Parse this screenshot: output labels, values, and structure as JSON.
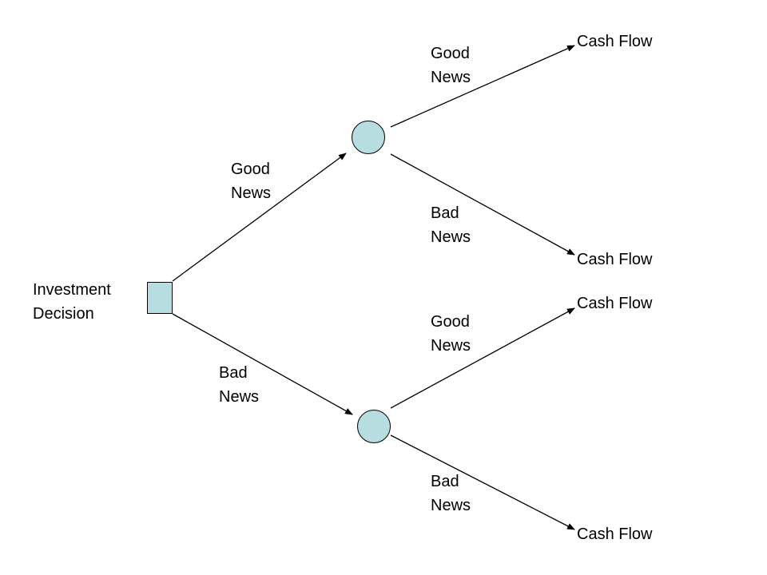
{
  "diagram": {
    "colors": {
      "node_fill": "#b7dde0",
      "stroke": "#000000",
      "background": "#ffffff"
    },
    "root": {
      "line1": "Investment",
      "line2": "Decision"
    },
    "branch_labels": {
      "good_top": {
        "line1": "Good",
        "line2": "News"
      },
      "bad_bottom": {
        "line1": "Bad",
        "line2": "News"
      },
      "upper_good": {
        "line1": "Good",
        "line2": "News"
      },
      "upper_bad": {
        "line1": "Bad",
        "line2": "News"
      },
      "lower_good": {
        "line1": "Good",
        "line2": "News"
      },
      "lower_bad": {
        "line1": "Bad",
        "line2": "News"
      }
    },
    "outcomes": [
      "Cash Flow",
      "Cash Flow",
      "Cash Flow",
      "Cash Flow"
    ]
  }
}
